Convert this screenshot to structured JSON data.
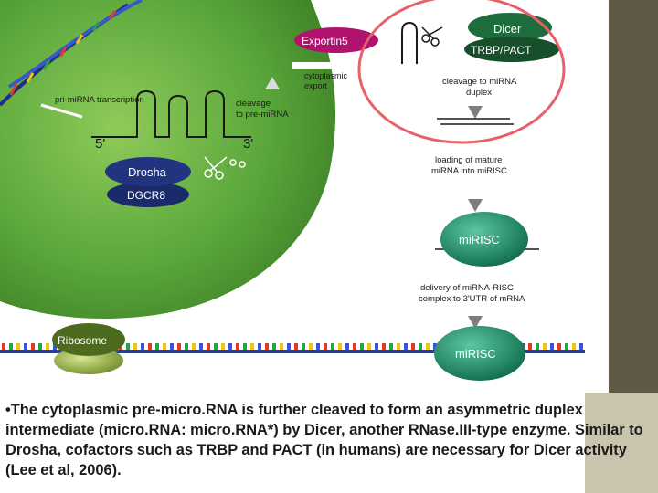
{
  "labels": {
    "exportin5": "Exportin5",
    "cytoplasmic_export": "cytoplasmic export",
    "pri_mirna_transcription": "pri-miRNA transcription",
    "cleavage_pre_mirna": "cleavage to pre-miRNA",
    "five_prime": "5'",
    "three_prime": "3'",
    "drosha": "Drosha",
    "dgcr8": "DGCR8",
    "dicer": "Dicer",
    "trbp_pact": "TRBP/PACT",
    "cleavage_duplex": "cleavage to miRNA duplex",
    "loading_mature": "loading of mature miRNA into miRISC",
    "mirisc_top": "miRISC",
    "delivery": "delivery of miRNA-RISC complex to 3'UTR of mRNA",
    "ribosome": "Ribosome",
    "mirisc_bottom": "miRISC"
  },
  "caption": {
    "bullet": "•",
    "text": "The cytoplasmic pre-micro.RNA is further cleaved to form an asymmetric duplex intermediate (micro.RNA: micro.RNA*) by Dicer, another RNase.III-type enzyme. Similar to Drosha, cofactors such as TRBP and PACT (in humans) are necessary for Dicer activity (Lee et al, 2006)."
  },
  "colors": {
    "nucleus_green": "#5aa63a",
    "exportin_magenta": "#b0126e",
    "dicer_green": "#1f6d3c",
    "protein_navy": "#1b2a6b",
    "risc_teal": "#1c8c6a",
    "highlight_circle": "#e8606a",
    "sidebar": "#5f5a45"
  }
}
